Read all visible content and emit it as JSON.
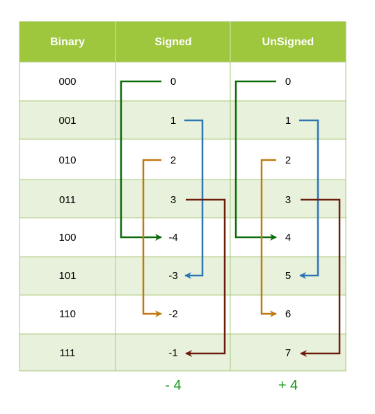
{
  "table": {
    "headers": [
      "Binary",
      "Signed",
      "UnSigned"
    ],
    "rows": [
      {
        "binary": "000",
        "signed": "0",
        "unsigned": "0"
      },
      {
        "binary": "001",
        "signed": "1",
        "unsigned": "1"
      },
      {
        "binary": "010",
        "signed": "2",
        "unsigned": "2"
      },
      {
        "binary": "011",
        "signed": "3",
        "unsigned": "3"
      },
      {
        "binary": "100",
        "signed": "-4",
        "unsigned": "4"
      },
      {
        "binary": "101",
        "signed": "-3",
        "unsigned": "5"
      },
      {
        "binary": "110",
        "signed": "-2",
        "unsigned": "6"
      },
      {
        "binary": "111",
        "signed": "-1",
        "unsigned": "7"
      }
    ]
  },
  "footer": {
    "signed_offset": "- 4",
    "unsigned_offset": "+ 4"
  },
  "arrows": [
    {
      "name": "arrow-0-to-4",
      "from_row": 0,
      "to_row": 4,
      "color": "#0b6b0b"
    },
    {
      "name": "arrow-1-to-5",
      "from_row": 1,
      "to_row": 5,
      "color": "#2e75b6"
    },
    {
      "name": "arrow-2-to-6",
      "from_row": 2,
      "to_row": 6,
      "color": "#c07a12"
    },
    {
      "name": "arrow-3-to-7",
      "from_row": 3,
      "to_row": 7,
      "color": "#6b1d0b"
    }
  ],
  "colors": {
    "header_bg": "#9ec73d",
    "row_white": "#ffffff",
    "row_green": "#e8f1dc",
    "border": "#a9c97a",
    "footer_text": "#1a9a1a"
  }
}
